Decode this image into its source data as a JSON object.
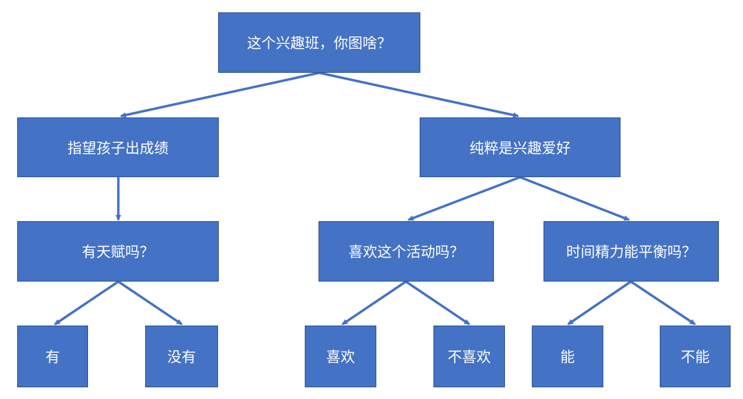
{
  "diagram": {
    "colors": {
      "box_fill": "#4472c4",
      "box_border": "#2f528f",
      "connector": "#4472c4",
      "text": "#ffffff"
    },
    "nodes": {
      "root": "这个兴趣班，你图啥？",
      "expect_results": "指望孩子出成绩",
      "pure_hobby": "纯粹是兴趣爱好",
      "has_talent_q": "有天赋吗？",
      "likes_activity_q": "喜欢这个活动吗？",
      "time_balance_q": "时间精力能平衡吗？",
      "talent_yes": "有",
      "talent_no": "没有",
      "likes_yes": "喜欢",
      "likes_no": "不喜欢",
      "balance_yes": "能",
      "balance_no": "不能"
    },
    "edges": [
      [
        "root",
        "expect_results"
      ],
      [
        "root",
        "pure_hobby"
      ],
      [
        "expect_results",
        "has_talent_q"
      ],
      [
        "pure_hobby",
        "likes_activity_q"
      ],
      [
        "pure_hobby",
        "time_balance_q"
      ],
      [
        "has_talent_q",
        "talent_yes"
      ],
      [
        "has_talent_q",
        "talent_no"
      ],
      [
        "likes_activity_q",
        "likes_yes"
      ],
      [
        "likes_activity_q",
        "likes_no"
      ],
      [
        "time_balance_q",
        "balance_yes"
      ],
      [
        "time_balance_q",
        "balance_no"
      ]
    ]
  }
}
